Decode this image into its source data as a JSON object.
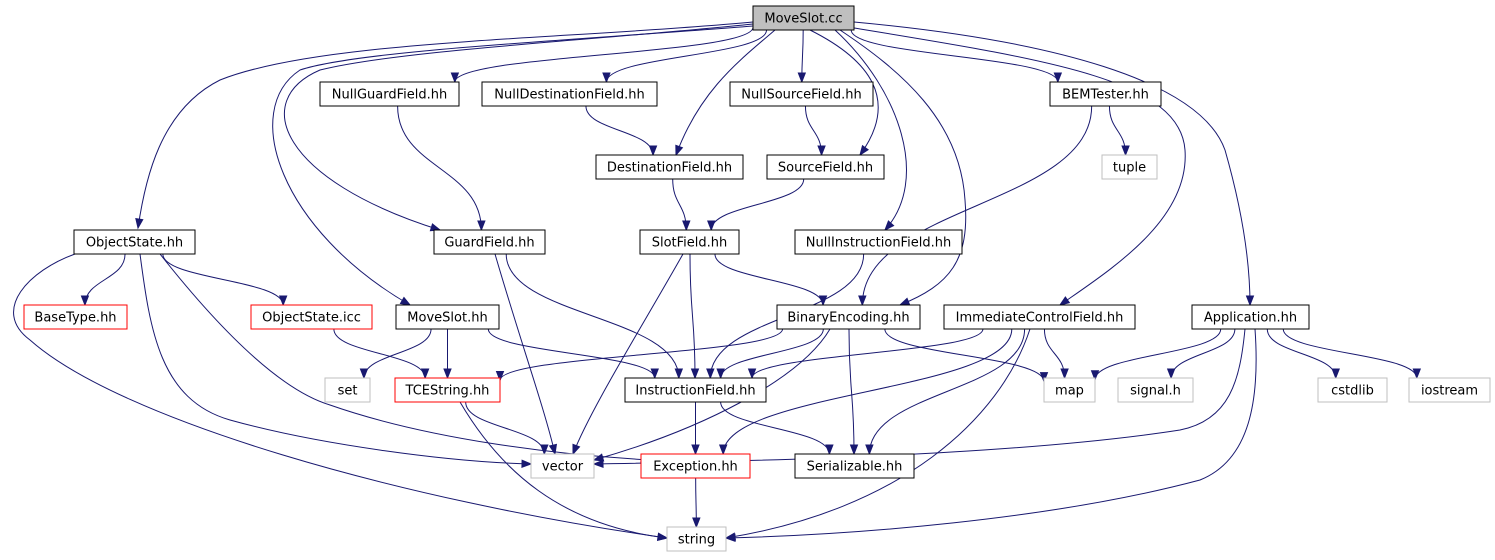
{
  "colors": {
    "edge": "#191970",
    "root_fill": "#bfbfbf",
    "normal_border": "#000000",
    "truncated_border": "#ff0000",
    "external_border": "#bfbfbf",
    "background": "#ffffff"
  },
  "nodes": [
    {
      "id": "moveslot_cc",
      "label": "MoveSlot.cc",
      "kind": "root"
    },
    {
      "id": "nullguardfield",
      "label": "NullGuardField.hh",
      "kind": "normal"
    },
    {
      "id": "nulldestinationfield",
      "label": "NullDestinationField.hh",
      "kind": "normal"
    },
    {
      "id": "nullsourcefield",
      "label": "NullSourceField.hh",
      "kind": "normal"
    },
    {
      "id": "bemtester",
      "label": "BEMTester.hh",
      "kind": "normal"
    },
    {
      "id": "tuple",
      "label": "tuple",
      "kind": "external"
    },
    {
      "id": "destinationfield",
      "label": "DestinationField.hh",
      "kind": "normal"
    },
    {
      "id": "sourcefield",
      "label": "SourceField.hh",
      "kind": "normal"
    },
    {
      "id": "objectstate_hh",
      "label": "ObjectState.hh",
      "kind": "normal"
    },
    {
      "id": "guardfield",
      "label": "GuardField.hh",
      "kind": "normal"
    },
    {
      "id": "slotfield",
      "label": "SlotField.hh",
      "kind": "normal"
    },
    {
      "id": "nullinstructionfield",
      "label": "NullInstructionField.hh",
      "kind": "normal"
    },
    {
      "id": "basetype",
      "label": "BaseType.hh",
      "kind": "truncated"
    },
    {
      "id": "objectstate_icc",
      "label": "ObjectState.icc",
      "kind": "truncated"
    },
    {
      "id": "moveslot_hh",
      "label": "MoveSlot.hh",
      "kind": "normal"
    },
    {
      "id": "binaryencoding",
      "label": "BinaryEncoding.hh",
      "kind": "normal"
    },
    {
      "id": "immediatecontrolfield",
      "label": "ImmediateControlField.hh",
      "kind": "normal"
    },
    {
      "id": "application",
      "label": "Application.hh",
      "kind": "normal"
    },
    {
      "id": "set",
      "label": "set",
      "kind": "external"
    },
    {
      "id": "tcestring",
      "label": "TCEString.hh",
      "kind": "truncated"
    },
    {
      "id": "instructionfield",
      "label": "InstructionField.hh",
      "kind": "normal"
    },
    {
      "id": "map",
      "label": "map",
      "kind": "external"
    },
    {
      "id": "signal_h",
      "label": "signal.h",
      "kind": "external"
    },
    {
      "id": "cstdlib",
      "label": "cstdlib",
      "kind": "external"
    },
    {
      "id": "iostream",
      "label": "iostream",
      "kind": "external"
    },
    {
      "id": "vector",
      "label": "vector",
      "kind": "external"
    },
    {
      "id": "exception",
      "label": "Exception.hh",
      "kind": "truncated"
    },
    {
      "id": "serializable",
      "label": "Serializable.hh",
      "kind": "normal"
    },
    {
      "id": "string",
      "label": "string",
      "kind": "external"
    }
  ],
  "edges": [
    {
      "from": "moveslot_cc",
      "to": "nullguardfield"
    },
    {
      "from": "moveslot_cc",
      "to": "nulldestinationfield"
    },
    {
      "from": "moveslot_cc",
      "to": "nullsourcefield"
    },
    {
      "from": "moveslot_cc",
      "to": "bemtester"
    },
    {
      "from": "moveslot_cc",
      "to": "objectstate_hh"
    },
    {
      "from": "moveslot_cc",
      "to": "guardfield"
    },
    {
      "from": "moveslot_cc",
      "to": "destinationfield"
    },
    {
      "from": "moveslot_cc",
      "to": "sourcefield"
    },
    {
      "from": "moveslot_cc",
      "to": "moveslot_hh"
    },
    {
      "from": "moveslot_cc",
      "to": "nullinstructionfield"
    },
    {
      "from": "moveslot_cc",
      "to": "binaryencoding"
    },
    {
      "from": "moveslot_cc",
      "to": "immediatecontrolfield"
    },
    {
      "from": "moveslot_cc",
      "to": "application"
    },
    {
      "from": "nullguardfield",
      "to": "guardfield"
    },
    {
      "from": "nulldestinationfield",
      "to": "destinationfield"
    },
    {
      "from": "nullsourcefield",
      "to": "sourcefield"
    },
    {
      "from": "bemtester",
      "to": "tuple"
    },
    {
      "from": "bemtester",
      "to": "binaryencoding"
    },
    {
      "from": "destinationfield",
      "to": "slotfield"
    },
    {
      "from": "sourcefield",
      "to": "slotfield"
    },
    {
      "from": "objectstate_hh",
      "to": "basetype"
    },
    {
      "from": "objectstate_hh",
      "to": "objectstate_icc"
    },
    {
      "from": "objectstate_hh",
      "to": "vector"
    },
    {
      "from": "objectstate_hh",
      "to": "exception"
    },
    {
      "from": "objectstate_hh",
      "to": "string"
    },
    {
      "from": "guardfield",
      "to": "instructionfield"
    },
    {
      "from": "guardfield",
      "to": "vector"
    },
    {
      "from": "slotfield",
      "to": "instructionfield"
    },
    {
      "from": "slotfield",
      "to": "binaryencoding"
    },
    {
      "from": "slotfield",
      "to": "vector"
    },
    {
      "from": "nullinstructionfield",
      "to": "instructionfield"
    },
    {
      "from": "objectstate_icc",
      "to": "tcestring"
    },
    {
      "from": "moveslot_hh",
      "to": "set"
    },
    {
      "from": "moveslot_hh",
      "to": "tcestring"
    },
    {
      "from": "moveslot_hh",
      "to": "instructionfield"
    },
    {
      "from": "binaryencoding",
      "to": "tcestring"
    },
    {
      "from": "binaryencoding",
      "to": "instructionfield"
    },
    {
      "from": "binaryencoding",
      "to": "map"
    },
    {
      "from": "binaryencoding",
      "to": "vector"
    },
    {
      "from": "binaryencoding",
      "to": "serializable"
    },
    {
      "from": "immediatecontrolfield",
      "to": "instructionfield"
    },
    {
      "from": "immediatecontrolfield",
      "to": "map"
    },
    {
      "from": "immediatecontrolfield",
      "to": "exception"
    },
    {
      "from": "immediatecontrolfield",
      "to": "serializable"
    },
    {
      "from": "immediatecontrolfield",
      "to": "string"
    },
    {
      "from": "application",
      "to": "map"
    },
    {
      "from": "application",
      "to": "signal_h"
    },
    {
      "from": "application",
      "to": "cstdlib"
    },
    {
      "from": "application",
      "to": "iostream"
    },
    {
      "from": "application",
      "to": "vector"
    },
    {
      "from": "application",
      "to": "string"
    },
    {
      "from": "tcestring",
      "to": "vector"
    },
    {
      "from": "tcestring",
      "to": "string"
    },
    {
      "from": "instructionfield",
      "to": "exception"
    },
    {
      "from": "instructionfield",
      "to": "serializable"
    },
    {
      "from": "exception",
      "to": "string"
    }
  ]
}
